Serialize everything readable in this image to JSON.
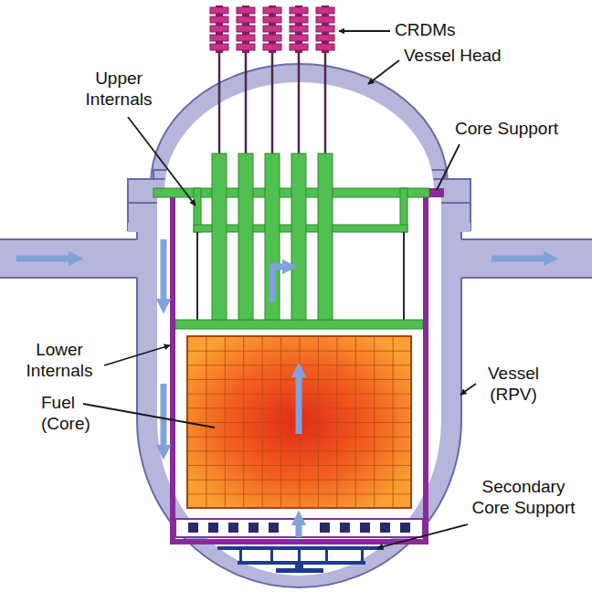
{
  "diagram": {
    "labels": [
      "CRDMs",
      "Upper Internals",
      "Vessel Head",
      "Core Support",
      "Lower Internals",
      "Vessel (RPV)",
      "Fuel (Core)",
      "Secondary Core Support"
    ]
  }
}
